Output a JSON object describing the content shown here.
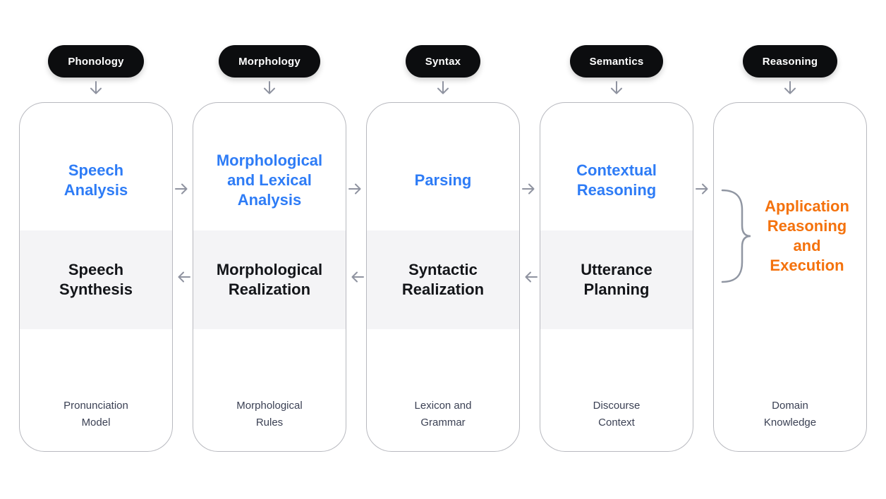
{
  "colors": {
    "analysis_blue": "#2e7cf6",
    "synthesis_black": "#131519",
    "application_orange": "#f4720d",
    "resource_slate": "#3b4154",
    "pill_bg": "#0c0d0f",
    "pill_text": "#ffffff",
    "band_gray": "#f4f4f6",
    "card_border": "#b8b9bf",
    "arrow_gray": "#8f93a0"
  },
  "icons": {
    "down_arrow": "arrow pointing down",
    "right_arrow": "arrow pointing right",
    "left_arrow": "arrow pointing left",
    "brace": "curly brace grouping the pipeline into application reasoning"
  },
  "columns": [
    {
      "pill": "Phonology",
      "analysis": "Speech\nAnalysis",
      "synthesis": "Speech\nSynthesis",
      "resource": "Pronunciation\nModel"
    },
    {
      "pill": "Morphology",
      "analysis": "Morphological\nand Lexical\nAnalysis",
      "synthesis": "Morphological\nRealization",
      "resource": "Morphological\nRules"
    },
    {
      "pill": "Syntax",
      "analysis": "Parsing",
      "synthesis": "Syntactic\nRealization",
      "resource": "Lexicon and\nGrammar"
    },
    {
      "pill": "Semantics",
      "analysis": "Contextual\nReasoning",
      "synthesis": "Utterance\nPlanning",
      "resource": "Discourse\nContext"
    },
    {
      "pill": "Reasoning",
      "analysis": "Application\nReasoning\nand\nExecution",
      "resource": "Domain\nKnowledge"
    }
  ]
}
